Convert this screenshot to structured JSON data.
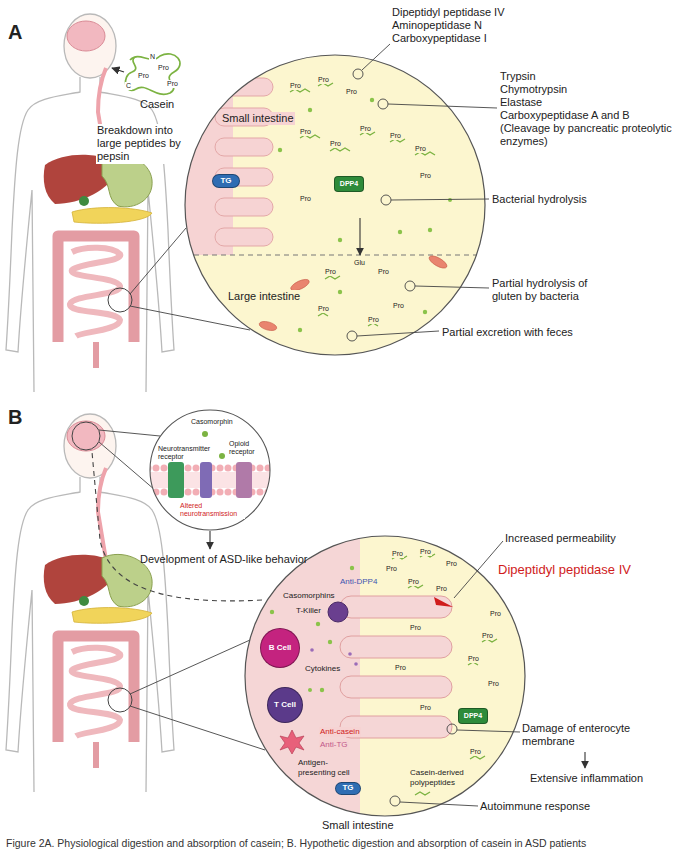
{
  "diagram": {
    "caption": "Figure 2A. Physiological digestion and absorption of casein; B. Hypothetic digestion and absorption of casein in ASD patients",
    "nodes": [
      {
        "text": [
          "TG"
        ]
      },
      {
        "text": [
          "DPP4"
        ]
      },
      {
        "text": [
          "B Cell"
        ]
      },
      {
        "text": [
          "T Cell"
        ]
      },
      {
        "text": [
          "DPP4"
        ]
      },
      {
        "text": [
          "TG"
        ]
      }
    ],
    "labels": [
      "A",
      "N",
      "C",
      "Pro",
      "Pro",
      "Pro",
      "Casein",
      "Dipeptidyl peptidase IV",
      "Aminopeptidase N",
      "Carboxypeptidase I",
      "Small intestine",
      "Trypsin",
      "Chymotrypsin",
      "Elastase",
      "Carboxypeptidase A and B",
      "(Cleavage by pancreatic proteolytic enzymes)",
      "Breakdown into large peptides by pepsin",
      "Bacterial hydrolysis",
      "Pro",
      "Pro",
      "Pro",
      "Pro",
      "Pro",
      "Pro",
      "Pro",
      "Pro",
      "Pro",
      "Pro",
      "Glu",
      "Pro",
      "Pro",
      "Pro",
      "Pro",
      "Pro",
      "Partial hydrolysis of gluten by bacteria",
      "Large intestine",
      "Partial excretion with feces",
      "B",
      "Casomorphin",
      "Neurotransmitter receptor",
      "Opioid receptor",
      "Altered neurotransmission",
      "Development of ASD-like behavior",
      "Increased permeability",
      "Dipeptidyl peptidase IV",
      "Anti-DPP4",
      "Casomorphins",
      "T-Killer",
      "Cytokines",
      "Pro",
      "Pro",
      "Pro",
      "Pro",
      "Pro",
      "Pro",
      "Pro",
      "Pro",
      "Pro",
      "Pro",
      "Pro",
      "Pro",
      "Pro",
      "Pro",
      "Casein-derived polypeptides",
      "Anti-casein",
      "Anti-TG",
      "Antigen-presenting cell",
      "Damage of enterocyte membrane",
      "Extensive inflammation",
      "Autoimmune response",
      "Small intestine"
    ]
  }
}
